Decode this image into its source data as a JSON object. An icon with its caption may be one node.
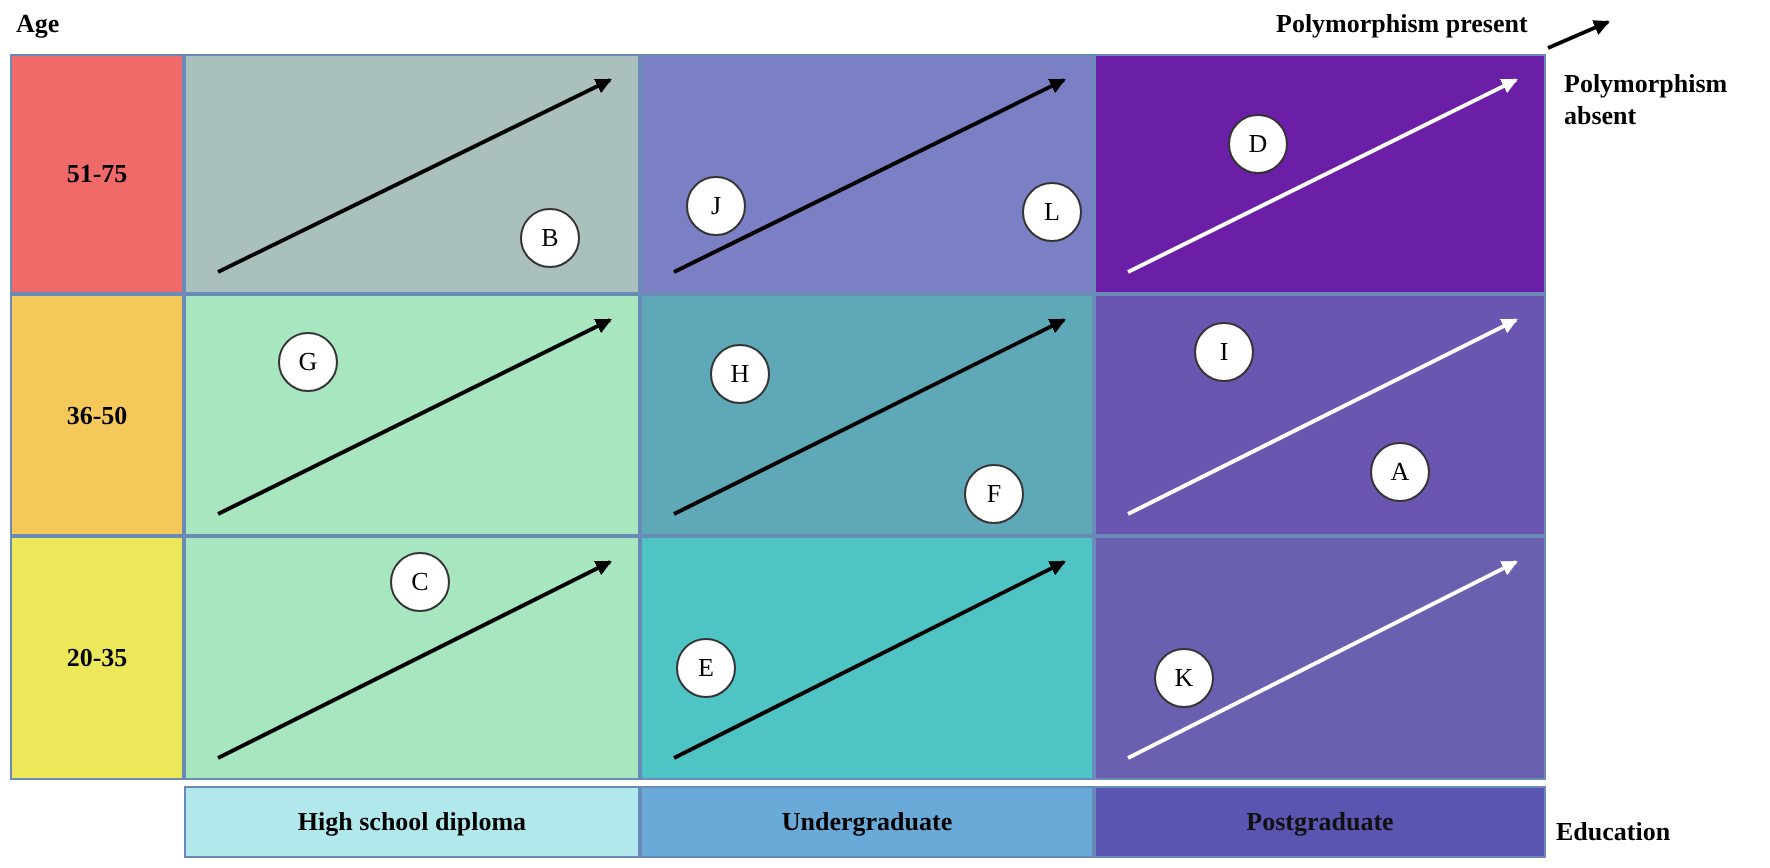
{
  "diagram": {
    "nodes": [
      {
        "text": [
          "51-75"
        ]
      },
      {
        "text": [
          "36-50"
        ]
      },
      {
        "text": [
          "20-35"
        ]
      },
      {
        "text": [],
        "shape": "box"
      },
      {
        "text": [],
        "shape": "box"
      },
      {
        "text": [],
        "shape": "box"
      },
      {
        "text": [],
        "shape": "box"
      },
      {
        "text": [],
        "shape": "box"
      },
      {
        "text": [],
        "shape": "box"
      },
      {
        "text": [],
        "shape": "box"
      },
      {
        "text": [],
        "shape": "box"
      },
      {
        "text": [],
        "shape": "box"
      },
      {
        "text": [
          "D"
        ],
        "in": 5
      },
      {
        "text": [
          "J"
        ],
        "in": 4
      },
      {
        "text": [
          "L"
        ],
        "in": 4
      },
      {
        "text": [
          "B"
        ],
        "in": 3
      },
      {
        "text": [
          "I"
        ],
        "in": 8
      },
      {
        "text": [
          "G"
        ],
        "in": 6
      },
      {
        "text": [
          "H"
        ],
        "in": 7
      },
      {
        "text": [
          "A"
        ],
        "in": 8
      },
      {
        "text": [
          "F"
        ],
        "in": 7
      },
      {
        "text": [
          "C"
        ],
        "in": 9
      },
      {
        "text": [
          "E"
        ],
        "in": 10
      },
      {
        "text": [
          "K"
        ],
        "in": 11
      },
      {
        "text": [
          "High school diploma"
        ]
      },
      {
        "text": [
          "Undergraduate"
        ]
      },
      {
        "text": [
          "Postgraduate"
        ]
      }
    ],
    "labels": [
      "Age",
      "Polymorphism present",
      "Polymorphism absent",
      "Education"
    ]
  }
}
